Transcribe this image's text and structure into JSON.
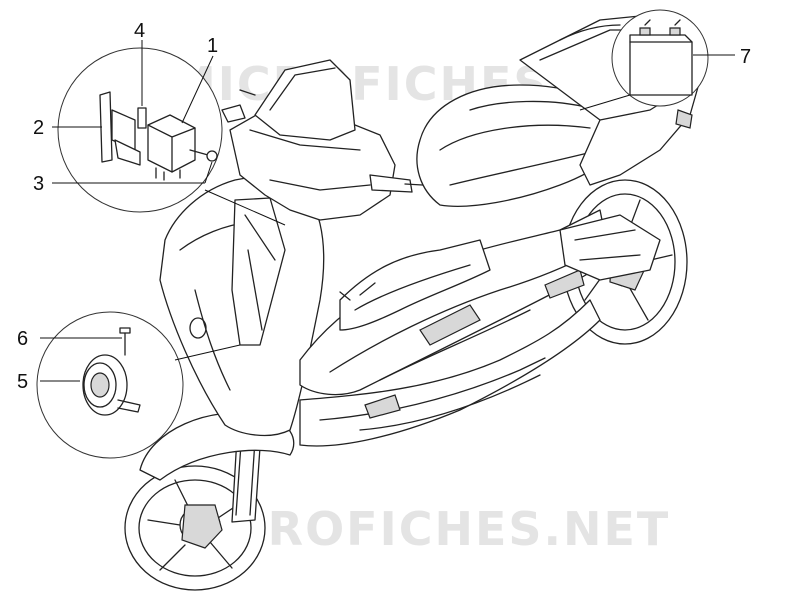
{
  "watermark": "MICROFICHES.NET",
  "callouts": [
    "1",
    "2",
    "3",
    "4",
    "5",
    "6",
    "7"
  ],
  "icons": {
    "scooter": "scooter-illustration",
    "relay": "relay-part",
    "bracket": "bracket-part",
    "screw": "screw-part",
    "horn": "horn-part",
    "battery": "battery-part"
  }
}
